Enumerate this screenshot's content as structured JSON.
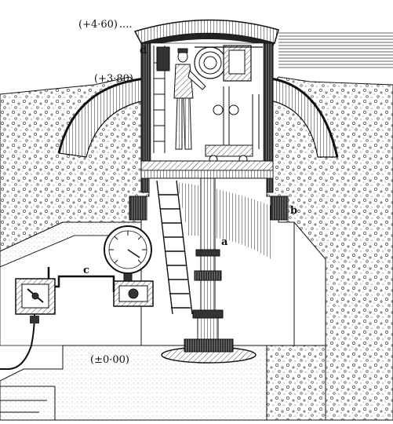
{
  "labels": {
    "elev_top": "(+4·60)",
    "elev_top_dots": "....",
    "elev_mid": "(+3·80)",
    "elev_ground": "(±0·00)",
    "letter_d": "d",
    "letter_a": "a",
    "letter_b": "b",
    "letter_c": "c"
  },
  "colors": {
    "ink": "#111111",
    "paper": "#ffffff",
    "concrete_dot": "#444444"
  }
}
